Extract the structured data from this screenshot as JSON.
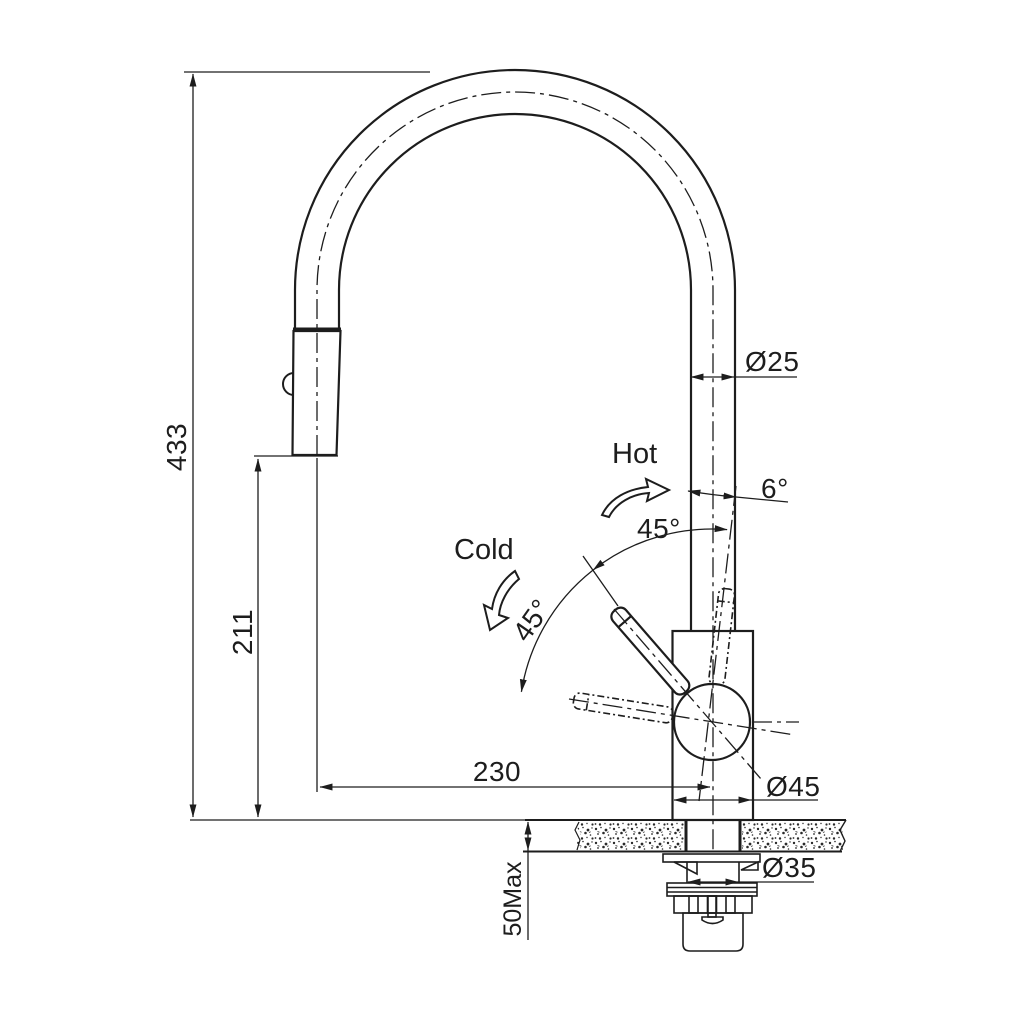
{
  "drawing": {
    "type": "technical-dimension-drawing",
    "subject": "pull-out kitchen mixer tap, side elevation with installation dimensions",
    "background_color": "#ffffff",
    "line_color": "#1d1d1d",
    "dimensions": {
      "overall_height": "433",
      "spray_head_height": "211",
      "spout_reach": "230",
      "spout_tube_diameter": "Ø25",
      "body_diameter": "Ø45",
      "mounting_hole_diameter": "Ø35",
      "max_counter_thickness": "50Max",
      "spout_tilt_angle": "6°",
      "handle_swing_upper": "45°",
      "handle_swing_lower": "45°"
    },
    "labels": {
      "hot": "Hot",
      "cold": "Cold"
    }
  }
}
